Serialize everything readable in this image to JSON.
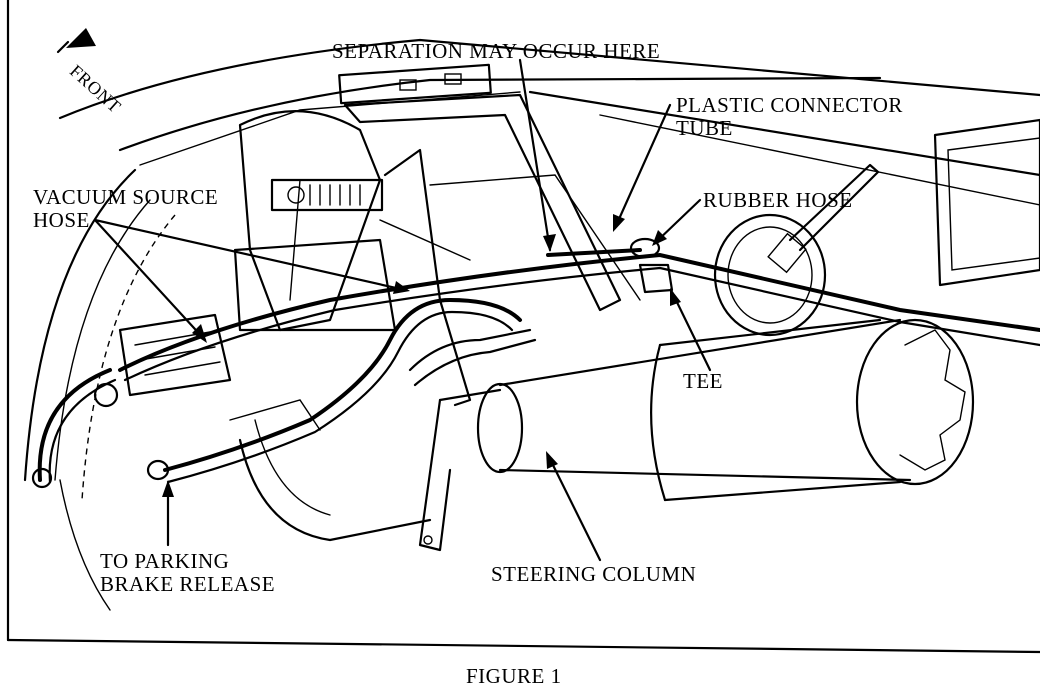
{
  "labels": {
    "front": "FRONT",
    "separation": "SEPARATION MAY OCCUR HERE",
    "plastic_connector_line1": "PLASTIC CONNECTOR",
    "plastic_connector_line2": "TUBE",
    "vacuum_source_line1": "VACUUM SOURCE",
    "vacuum_source_line2": "HOSE",
    "rubber_hose": "RUBBER HOSE",
    "tee": "TEE",
    "parking_line1": "TO PARKING",
    "parking_line2": "BRAKE RELEASE",
    "steering_column": "STEERING COLUMN",
    "figure_caption": "FIGURE 1"
  }
}
